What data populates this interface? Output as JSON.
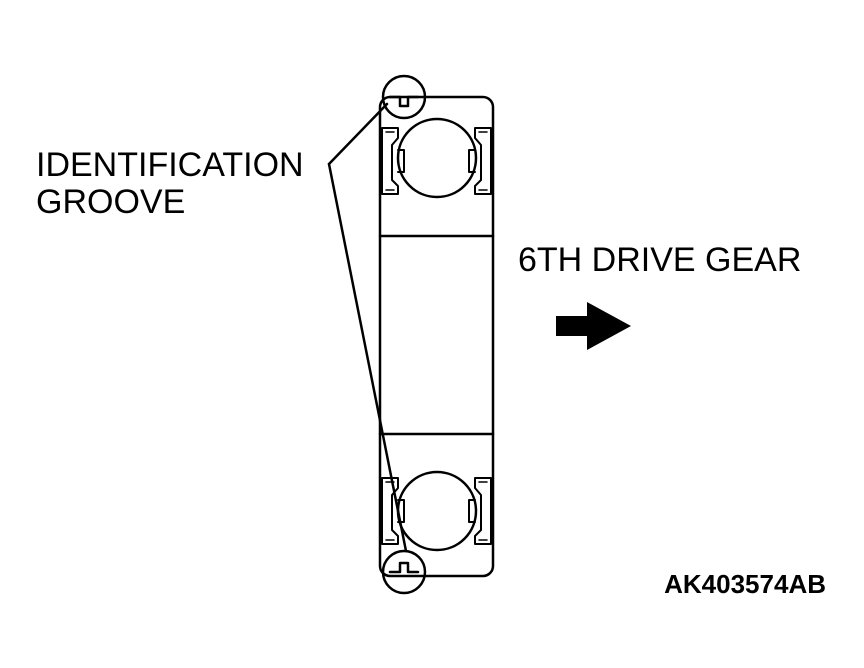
{
  "labels": {
    "groove_line1": "IDENTIFICATION",
    "groove_line2": "GROOVE",
    "direction": "6TH DRIVE GEAR",
    "figure_code": "AK403574AB"
  },
  "icons": {
    "arrow": "right-arrow-icon"
  },
  "colors": {
    "ink": "#000000",
    "background": "#ffffff"
  }
}
